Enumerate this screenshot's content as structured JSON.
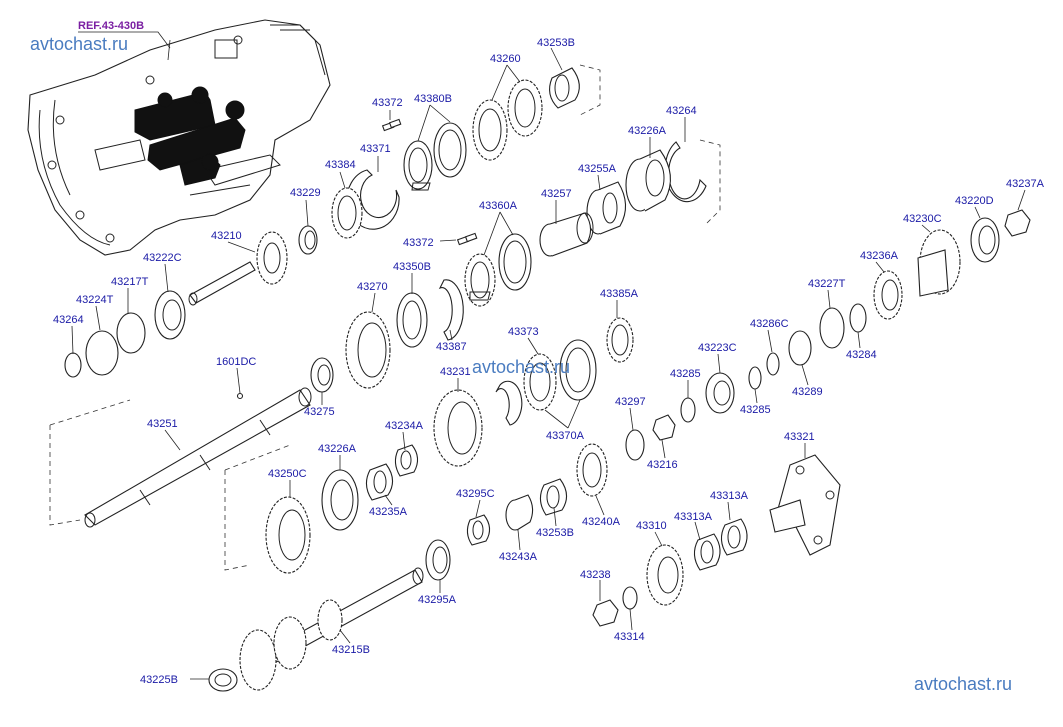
{
  "reference": "REF.43-430B",
  "watermarks": [
    "avtochast.ru",
    "avtochast.ru",
    "avtochast.ru"
  ],
  "part_labels": {
    "p43253B_top": "43253B",
    "p43260": "43260",
    "p43372_a": "43372",
    "p43380B": "43380B",
    "p43371": "43371",
    "p43264_top": "43264",
    "p43226A_top": "43226A",
    "p43384": "43384",
    "p43229": "43229",
    "p43255A": "43255A",
    "p43257": "43257",
    "p43360A": "43360A",
    "p43372_b": "43372",
    "p43237A": "43237A",
    "p43220D": "43220D",
    "p43230C": "43230C",
    "p43210": "43210",
    "p43222C": "43222C",
    "p43350B": "43350B",
    "p43236A": "43236A",
    "p43217T": "43217T",
    "p43270": "43270",
    "p43224T": "43224T",
    "p43385A": "43385A",
    "p43227T": "43227T",
    "p43264_left": "43264",
    "p43286C": "43286C",
    "p43387": "43387",
    "p43373": "43373",
    "p43284": "43284",
    "p43223C": "43223C",
    "p1601DC": "1601DC",
    "p43231": "43231",
    "p43285_a": "43285",
    "p43289": "43289",
    "p43285_b": "43285",
    "p43275": "43275",
    "p43297": "43297",
    "p43251": "43251",
    "p43234A": "43234A",
    "p43370A": "43370A",
    "p43216": "43216",
    "p43321": "43321",
    "p43226A_mid": "43226A",
    "p43250C": "43250C",
    "p43295C": "43295C",
    "p43313A_a": "43313A",
    "p43240A": "43240A",
    "p43235A": "43235A",
    "p43253B_mid": "43253B",
    "p43310": "43310",
    "p43313A_b": "43313A",
    "p43243A": "43243A",
    "p43238": "43238",
    "p43295A": "43295A",
    "p43314": "43314",
    "p43215B": "43215B",
    "p43225B": "43225B"
  }
}
